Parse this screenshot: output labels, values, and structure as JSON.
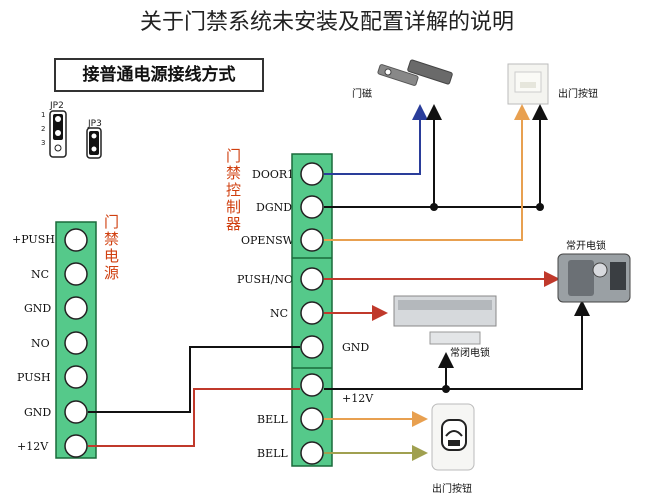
{
  "header": {
    "title": "关于门禁系统未安装及配置详解的说明"
  },
  "diagram_title": "接普通电源接线方式",
  "jumpers": {
    "jp2": "JP2",
    "jp3": "JP3",
    "jp2_pins": [
      "1",
      "2",
      "3"
    ]
  },
  "power_label": [
    "门",
    "禁",
    "电",
    "源"
  ],
  "controller_label": [
    "门",
    "禁",
    "控",
    "制",
    "器"
  ],
  "power_terminals": [
    "+PUSH",
    "NC",
    "GND",
    "NO",
    "PUSH",
    "GND",
    "+12V"
  ],
  "controller_terminals": [
    "DOOR1",
    "DGND",
    "OPENSW",
    "PUSH/NO",
    "NC",
    "GND",
    "+12V",
    "BELL",
    "BELL"
  ],
  "devices": {
    "door_sensor": "门磁",
    "exit_button_top": "出门按钮",
    "normally_open_lock": "常开电锁",
    "normally_closed_lock": "常闭电锁",
    "exit_button_bottom": "出门按钮"
  },
  "colors": {
    "blue": "#2a3d9a",
    "black": "#111111",
    "orange": "#e8a050",
    "red": "#c0392b",
    "green_terminal": "#55c98a",
    "olive": "#a0a050"
  }
}
